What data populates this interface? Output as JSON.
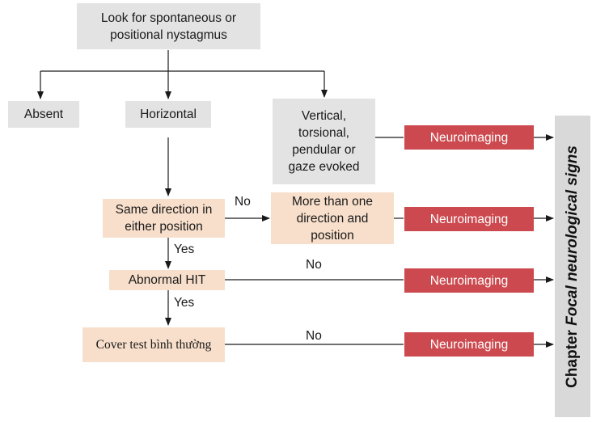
{
  "nodes": {
    "start": "Look for spontaneous or\npositional nystagmus",
    "absent": "Absent",
    "horizontal": "Horizontal",
    "vertical": "Vertical,\ntorsional,\npendular or\ngaze evoked",
    "same_direction": "Same direction in\neither position",
    "more_than_one": "More than one\ndirection and\nposition",
    "abnormal_hit": "Abnormal HIT",
    "cover_test": "Cover test bình thường",
    "neuroimaging": "Neuroimaging"
  },
  "edge_labels": {
    "no": "No",
    "yes": "Yes"
  },
  "sidebar": {
    "prefix": "Chapter",
    "title": "Focal neurological signs"
  },
  "colors": {
    "gray_box": "#e3e3e3",
    "peach_box": "#f8dfcb",
    "red_box": "#cc4a4f",
    "sidebar": "#d9d9d9"
  }
}
